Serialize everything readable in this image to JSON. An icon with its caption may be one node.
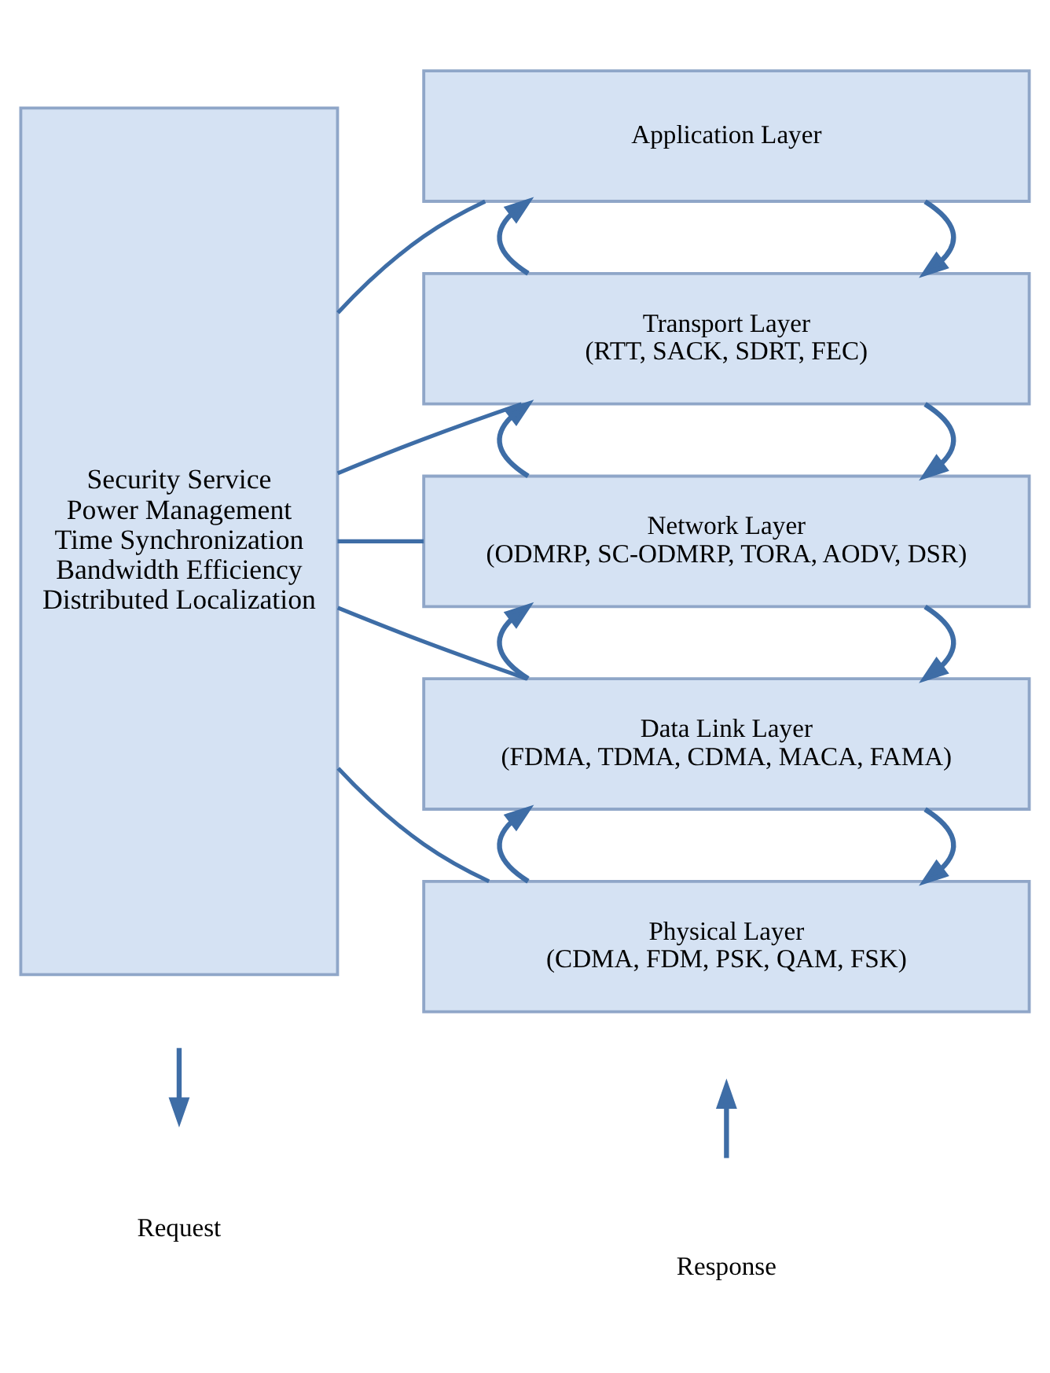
{
  "diagram": {
    "nodes": [
      {
        "text": [
          "Security Service",
          "Power Management",
          "Time Synchronization",
          "Bandwidth Efficiency",
          "Distributed Localization"
        ]
      },
      {
        "text": [
          "Application Layer"
        ]
      },
      {
        "text": [
          "Transport Layer",
          "(RTT, SACK, SDRT, FEC)"
        ]
      },
      {
        "text": [
          "Network Layer",
          "(ODMRP, SC-ODMRP, TORA, AODV, DSR)"
        ]
      },
      {
        "text": [
          "Data Link Layer",
          "(FDMA, TDMA, CDMA, MACA, FAMA)"
        ]
      },
      {
        "text": [
          "Physical Layer",
          "(CDMA, FDM, PSK, QAM, FSK)"
        ]
      }
    ],
    "edges": [
      {
        "from": 0,
        "to": 1,
        "arrow": "none"
      },
      {
        "from": 0,
        "to": 2,
        "arrow": "none"
      },
      {
        "from": 0,
        "to": 3,
        "arrow": "none"
      },
      {
        "from": 0,
        "to": 4,
        "arrow": "none"
      },
      {
        "from": 0,
        "to": 5,
        "arrow": "none"
      },
      {
        "from": 1,
        "to": 2,
        "arrow": "to"
      },
      {
        "from": 2,
        "to": 1,
        "arrow": "to"
      },
      {
        "from": 2,
        "to": 3,
        "arrow": "to"
      },
      {
        "from": 3,
        "to": 2,
        "arrow": "to"
      },
      {
        "from": 3,
        "to": 4,
        "arrow": "to"
      },
      {
        "from": 4,
        "to": 3,
        "arrow": "to"
      },
      {
        "from": 4,
        "to": 5,
        "arrow": "to"
      },
      {
        "from": 5,
        "to": 4,
        "arrow": "to"
      }
    ],
    "legend": [
      {
        "text": "Request"
      },
      {
        "text": "Response"
      }
    ]
  }
}
